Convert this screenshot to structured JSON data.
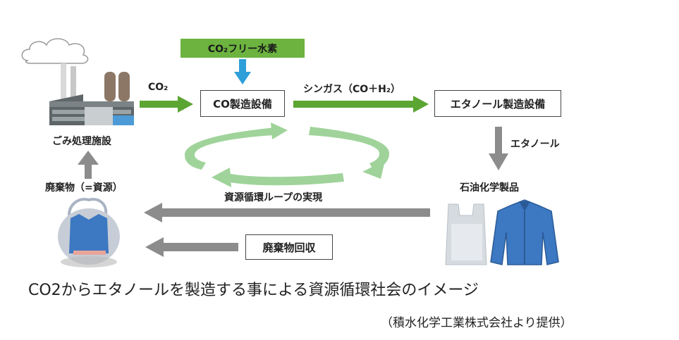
{
  "nodes": {
    "h2_source": "CO₂フリー水素",
    "co_plant": "CO製造設備",
    "ethanol_plant": "エタノール製造設備",
    "waste_facility": "ごみ処理施設",
    "petrochemicals": "石油化学製品",
    "waste_collection": "廃棄物回収"
  },
  "edges": {
    "co2": "CO₂",
    "syngas": "シンガス（CO＋H₂）",
    "ethanol": "エタノール",
    "waste_resource": "廃棄物（=資源）",
    "loop": "資源循環ループの実現"
  },
  "caption": "CO2からエタノールを製造する事による資源循環社会のイメージ",
  "credit": "（積水化学工業株式会社より提供）",
  "colors": {
    "green_arrow": "#5ba532",
    "green_box": "#6cb33f",
    "blue_arrow": "#2e9fd8",
    "gray_arrow": "#8c8c8c",
    "loop_green": "#9fd39a"
  },
  "icons": [
    "factory-icon",
    "cloud-icon",
    "waste-bag-icon",
    "plastic-bag-icon",
    "jacket-icon"
  ]
}
